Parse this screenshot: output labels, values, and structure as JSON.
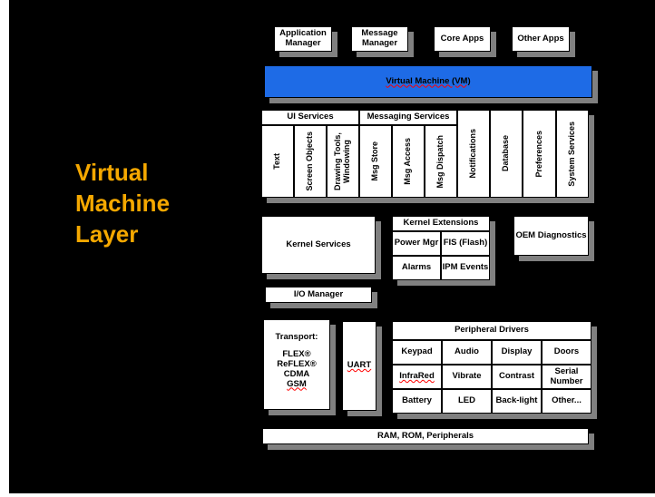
{
  "title": {
    "line1": "Virtual",
    "line2": "Machine",
    "line3": "Layer",
    "color": "#f5a800"
  },
  "top_apps": {
    "app_manager": "Application Manager",
    "msg_manager": "Message Manager",
    "core_apps": "Core Apps",
    "other_apps": "Other Apps"
  },
  "vm": {
    "label": "Virtual Machine (VM)",
    "color": "#1e6be6"
  },
  "services": {
    "ui_header": "UI Services",
    "msg_header": "Messaging Services",
    "text": "Text",
    "screen_objects": "Screen Objects",
    "drawing_tools": "Drawing Tools, Windowing",
    "msg_store": "Msg Store",
    "msg_access": "Msg Access",
    "msg_dispatch": "Msg Dispatch",
    "notifications": "Notifications",
    "database": "Database",
    "preferences": "Preferences",
    "system_services": "System Services"
  },
  "kernel": {
    "services": "Kernel Services",
    "extensions_header": "Kernel Extensions",
    "power_mgr": "Power Mgr",
    "fis_flash": "FIS (Flash)",
    "alarms": "Alarms",
    "ipm_events": "IPM Events",
    "oem_diag": "OEM Diagnostics"
  },
  "io_manager": "I/O Manager",
  "transport": {
    "header": "Transport:",
    "flex": "FLEX®",
    "reflex": "ReFLEX®",
    "cdma": "CDMA",
    "gsm": "GSM"
  },
  "uart": "UART",
  "peripheral": {
    "header": "Peripheral Drivers",
    "cells": [
      "Keypad",
      "Audio",
      "Display",
      "Doors",
      "InfraRed",
      "Vibrate",
      "Contrast",
      "Serial Number",
      "Battery",
      "LED",
      "Back-light",
      "Other..."
    ]
  },
  "hardware": "RAM, ROM, Peripherals"
}
